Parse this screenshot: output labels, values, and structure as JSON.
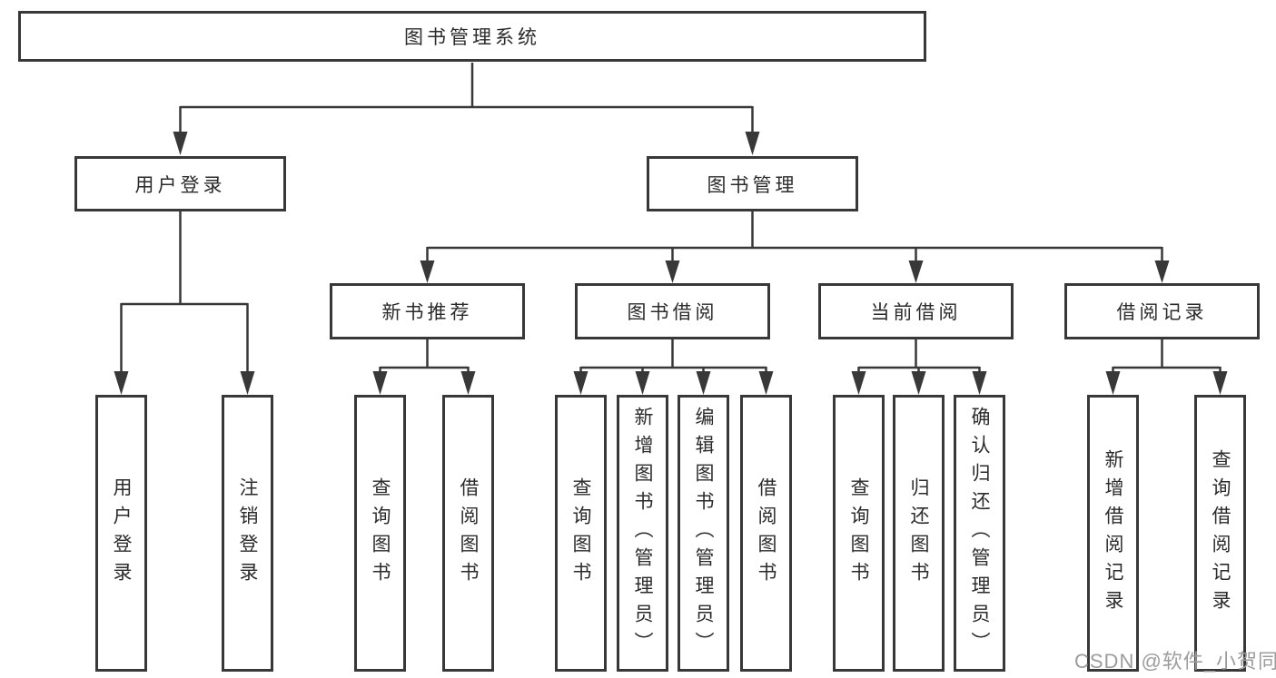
{
  "colors": {
    "line": "#383838",
    "box_border": "#383838",
    "text": "#2b2b2b",
    "watermark": "#9c9c9c",
    "background": "#ffffff"
  },
  "tree": {
    "root": {
      "label": "图书管理系统"
    },
    "level2": [
      {
        "label": "用户登录",
        "parent": "图书管理系统"
      },
      {
        "label": "图书管理",
        "parent": "图书管理系统"
      }
    ],
    "level3": [
      {
        "label": "新书推荐",
        "parent": "图书管理"
      },
      {
        "label": "图书借阅",
        "parent": "图书管理"
      },
      {
        "label": "当前借阅",
        "parent": "图书管理"
      },
      {
        "label": "借阅记录",
        "parent": "图书管理"
      }
    ],
    "leaves": [
      {
        "label": "用户登录",
        "parent": "用户登录"
      },
      {
        "label": "注销登录",
        "parent": "用户登录"
      },
      {
        "label": "查询图书",
        "parent": "新书推荐"
      },
      {
        "label": "借阅图书",
        "parent": "新书推荐"
      },
      {
        "label": "查询图书",
        "parent": "图书借阅"
      },
      {
        "label": "新增图书（管理员）",
        "parent": "图书借阅"
      },
      {
        "label": "编辑图书（管理员）",
        "parent": "图书借阅"
      },
      {
        "label": "借阅图书",
        "parent": "图书借阅"
      },
      {
        "label": "查询图书",
        "parent": "当前借阅"
      },
      {
        "label": "归还图书",
        "parent": "当前借阅"
      },
      {
        "label": "确认归还（管理员）",
        "parent": "当前借阅"
      },
      {
        "label": "新增借阅记录",
        "parent": "借阅记录"
      },
      {
        "label": "查询借阅记录",
        "parent": "借阅记录"
      }
    ]
  },
  "watermark": {
    "text": "CSDN @软件_小贺同学"
  }
}
